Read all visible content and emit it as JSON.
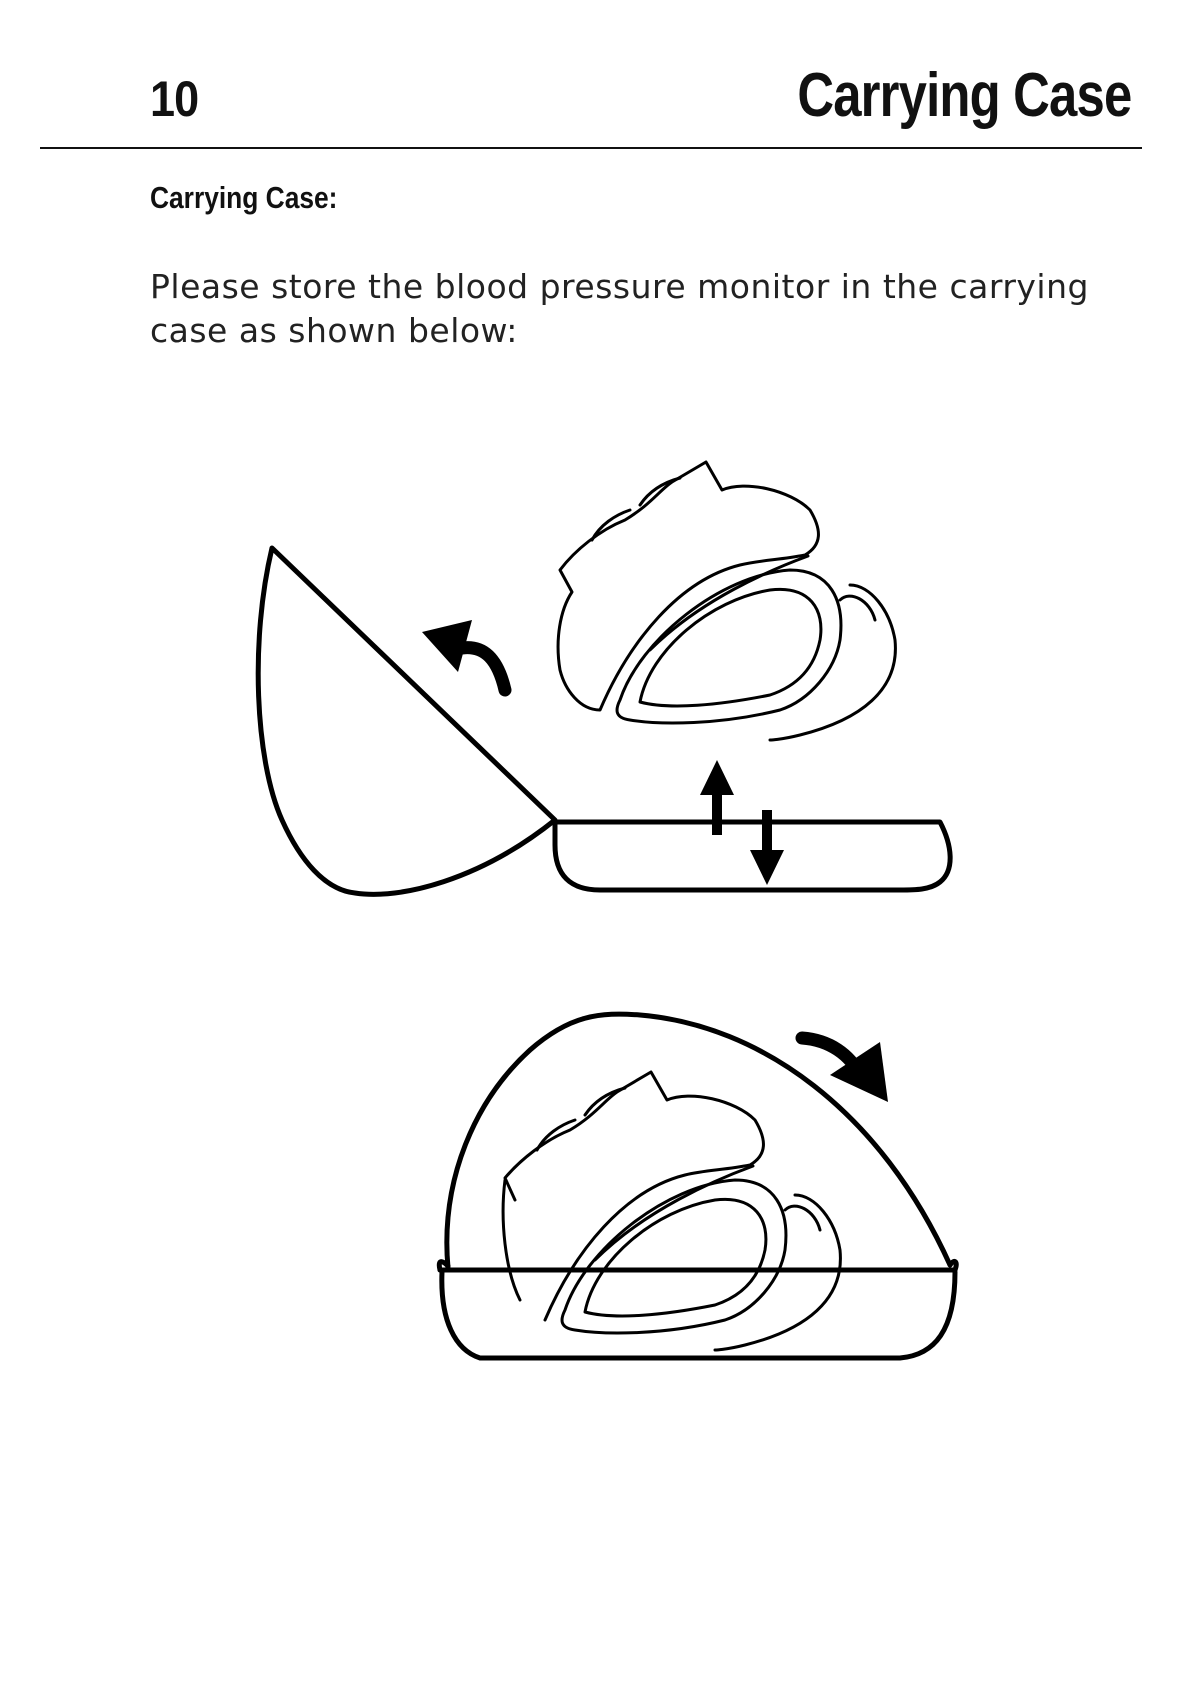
{
  "header": {
    "page_number": "10",
    "title": "Carrying Case"
  },
  "section": {
    "heading": "Carrying Case:",
    "instruction": "Please store the blood pressure monitor in the carrying case as shown below:"
  }
}
